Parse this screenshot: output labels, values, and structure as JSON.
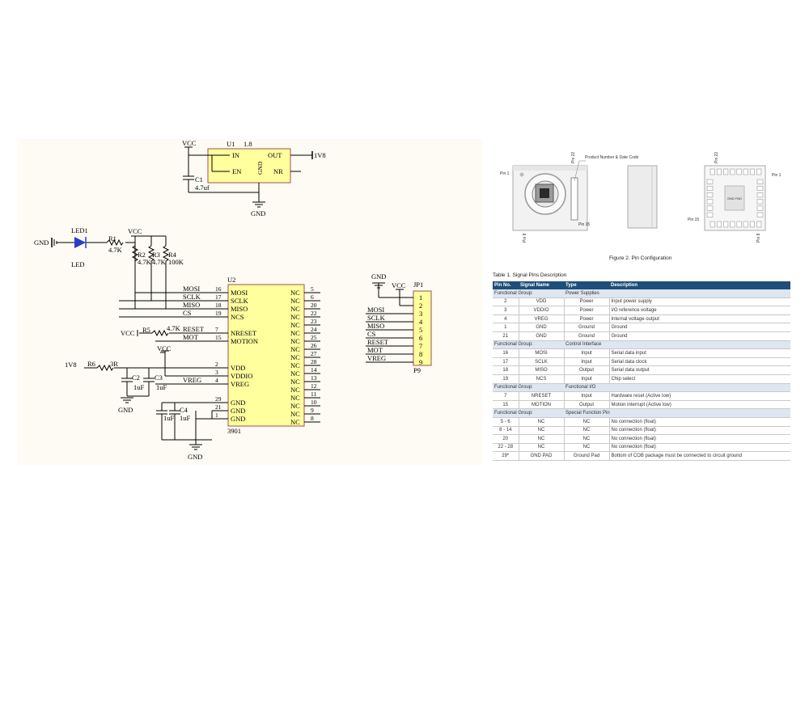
{
  "schematic": {
    "u1": {
      "ref": "U1",
      "value": "1.8",
      "pins": {
        "in": "IN",
        "en": "EN",
        "gnd": "GND",
        "out": "OUT",
        "nr": "NR"
      }
    },
    "vcc": "VCC",
    "out_net": "1V8",
    "c1": {
      "ref": "C1",
      "value": "4.7uf"
    },
    "gnd": "GND",
    "led": {
      "ref": "LED1",
      "label": "LED"
    },
    "r1": {
      "ref": "R1",
      "value": "4.7K"
    },
    "r2": {
      "ref": "R2",
      "value": "4.7K"
    },
    "r3": {
      "ref": "R3",
      "value": "4.7K"
    },
    "r4": {
      "ref": "R4",
      "value": "100K"
    },
    "r5": {
      "ref": "R5",
      "value": "4.7K"
    },
    "r6": {
      "ref": "R6",
      "value": "3R"
    },
    "c2": {
      "ref": "C2",
      "value": "1uF"
    },
    "c3": {
      "ref": "C3",
      "value": "1uF"
    },
    "c4": {
      "ref": "C4",
      "value": "1uF"
    },
    "c5_value": "1uF",
    "u2": {
      "ref": "U2",
      "part": "3901",
      "left_pins": [
        {
          "name": "MOSI",
          "num": "16",
          "net": "MOSI"
        },
        {
          "name": "SCLK",
          "num": "17",
          "net": "SCLK"
        },
        {
          "name": "MISO",
          "num": "18",
          "net": "MISO"
        },
        {
          "name": "NCS",
          "num": "19",
          "net": "CS"
        },
        {
          "name": "NRESET",
          "num": "7",
          "net": "RESET"
        },
        {
          "name": "MOTION",
          "num": "15",
          "net": "MOT"
        },
        {
          "name": "VDD",
          "num": "2",
          "net": ""
        },
        {
          "name": "VDDIO",
          "num": "3",
          "net": ""
        },
        {
          "name": "VREG",
          "num": "4",
          "net": "VREG"
        },
        {
          "name": "GND",
          "num": "29",
          "net": ""
        },
        {
          "name": "GND",
          "num": "21",
          "net": ""
        },
        {
          "name": "GND",
          "num": "1",
          "net": ""
        }
      ],
      "right_pins": [
        {
          "name": "NC",
          "num": "5"
        },
        {
          "name": "NC",
          "num": "6"
        },
        {
          "name": "NC",
          "num": "20"
        },
        {
          "name": "NC",
          "num": "22"
        },
        {
          "name": "NC",
          "num": "23"
        },
        {
          "name": "NC",
          "num": "24"
        },
        {
          "name": "NC",
          "num": "25"
        },
        {
          "name": "NC",
          "num": "26"
        },
        {
          "name": "NC",
          "num": "27"
        },
        {
          "name": "NC",
          "num": "28"
        },
        {
          "name": "NC",
          "num": "14"
        },
        {
          "name": "NC",
          "num": "13"
        },
        {
          "name": "NC",
          "num": "12"
        },
        {
          "name": "NC",
          "num": "11"
        },
        {
          "name": "NC",
          "num": "10"
        },
        {
          "name": "NC",
          "num": "9"
        },
        {
          "name": "NC",
          "num": "8"
        }
      ]
    },
    "jp1": {
      "ref": "JP1",
      "bottom_ref": "P9",
      "pins": [
        {
          "num": "1",
          "net": ""
        },
        {
          "num": "2",
          "net": ""
        },
        {
          "num": "3",
          "net": "MOSI"
        },
        {
          "num": "4",
          "net": "SCLK"
        },
        {
          "num": "5",
          "net": "MISO"
        },
        {
          "num": "6",
          "net": "CS"
        },
        {
          "num": "7",
          "net": "RESET"
        },
        {
          "num": "8",
          "net": "MOT"
        },
        {
          "num": "9",
          "net": "VREG"
        }
      ]
    }
  },
  "pin_figure": {
    "pin22": "Pin 22",
    "product_label": "Product Number & Date Code",
    "pin1": "Pin 1",
    "pin15": "Pin 15",
    "pin8": "Pin 8",
    "gnd_pad": "GND PAD",
    "caption": "Figure 2. Pin Configuration"
  },
  "table": {
    "title": "Table 1. Signal Pins Description",
    "headers": [
      "Pin No.",
      "Signal Name",
      "Type",
      "Description"
    ],
    "rows": [
      {
        "group": true,
        "cells": [
          "Functional Group:",
          "",
          "Power Supplies"
        ]
      },
      {
        "cells": [
          "2",
          "VDD",
          "Power",
          "Input power supply"
        ]
      },
      {
        "cells": [
          "3",
          "VDDIO",
          "Power",
          "I/O reference voltage"
        ]
      },
      {
        "cells": [
          "4",
          "VREG",
          "Power",
          "Internal voltage output"
        ]
      },
      {
        "cells": [
          "1",
          "GND",
          "Ground",
          "Ground"
        ]
      },
      {
        "cells": [
          "21",
          "GND",
          "Ground",
          "Ground"
        ]
      },
      {
        "group": true,
        "cells": [
          "Functional Group:",
          "",
          "Control Interface"
        ]
      },
      {
        "cells": [
          "16",
          "MOSI",
          "Input",
          "Serial data input"
        ]
      },
      {
        "cells": [
          "17",
          "SCLK",
          "Input",
          "Serial data clock"
        ]
      },
      {
        "cells": [
          "18",
          "MISO",
          "Output",
          "Serial data output"
        ]
      },
      {
        "cells": [
          "19",
          "NCS",
          "Input",
          "Chip select"
        ]
      },
      {
        "group": true,
        "cells": [
          "Functional Group:",
          "",
          "Functional I/O"
        ]
      },
      {
        "cells": [
          "7",
          "NRESET",
          "Input",
          "Hardware reset (Active low)"
        ]
      },
      {
        "cells": [
          "15",
          "MOTION",
          "Output",
          "Motion interrupt (Active low)"
        ]
      },
      {
        "group": true,
        "cells": [
          "Functional Group:",
          "",
          "Special Function Pin"
        ]
      },
      {
        "cells": [
          "5 - 6",
          "NC",
          "NC",
          "No connection (float)"
        ]
      },
      {
        "cells": [
          "8 - 14",
          "NC",
          "NC",
          "No connection (float)"
        ]
      },
      {
        "cells": [
          "20",
          "NC",
          "NC",
          "No connection (float)"
        ]
      },
      {
        "cells": [
          "22 - 28",
          "NC",
          "NC",
          "No connection (float)"
        ]
      },
      {
        "cells": [
          "29*",
          "GND PAD",
          "Ground Pad",
          "Bottom of COB package must be connected to circuit ground"
        ]
      }
    ]
  }
}
